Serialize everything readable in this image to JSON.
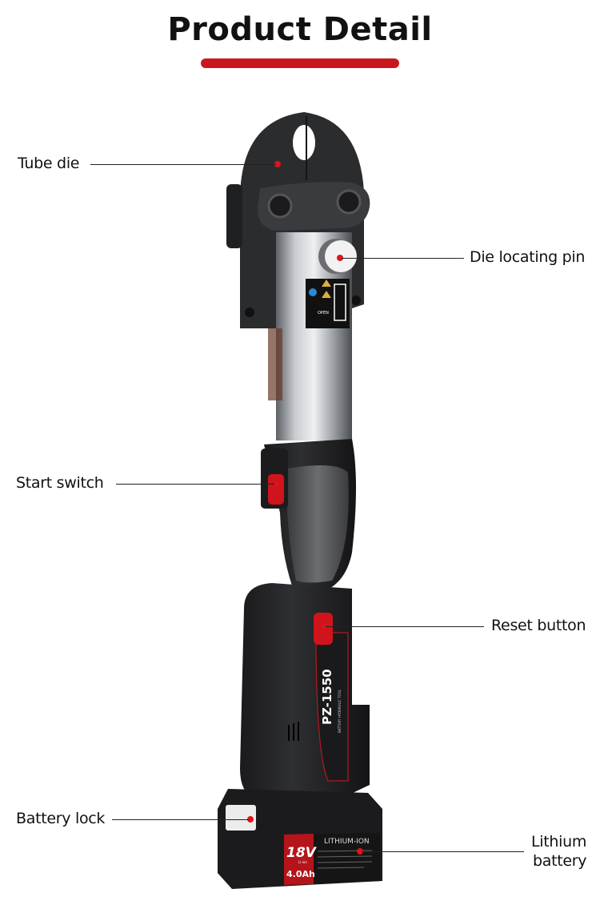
{
  "header": {
    "title": "Product Detail"
  },
  "labels": {
    "tube_die": "Tube die",
    "die_locating_pin": "Die locating pin",
    "start_switch": "Start switch",
    "reset_button": "Reset button",
    "battery_lock": "Battery lock",
    "lithium_battery_line1": "Lithium",
    "lithium_battery_line2": "battery"
  },
  "product_markings": {
    "model": "PZ-1550",
    "subtitle": "BATTERY HYDRAULIC TOOL",
    "battery_type": "LITHIUM-ION",
    "voltage": "18V",
    "chemistry": "Li-ion",
    "capacity": "4.0Ah",
    "sticker_text": "OPEN"
  },
  "colors": {
    "accent": "#c8181e",
    "pointer_dot": "#e0141c"
  }
}
